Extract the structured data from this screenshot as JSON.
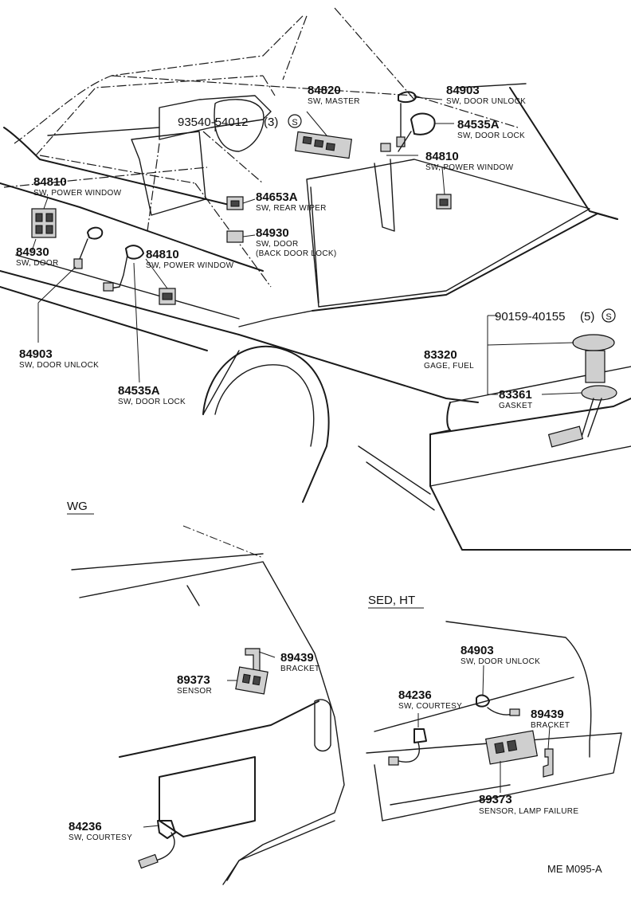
{
  "parts": [
    {
      "id": "p84820",
      "number": "84820",
      "desc": "SW, MASTER"
    },
    {
      "id": "p84903_top",
      "number": "84903",
      "desc": "SW, DOOR UNLOCK"
    },
    {
      "id": "p84535A_top",
      "number": "84535A",
      "desc": "SW, DOOR LOCK"
    },
    {
      "id": "p84810_right",
      "number": "84810",
      "desc": "SW, POWER WINDOW"
    },
    {
      "id": "p84810_left",
      "number": "84810",
      "desc": "SW, POWER WINDOW"
    },
    {
      "id": "p84653A",
      "number": "84653A",
      "desc": "SW, REAR WIPER"
    },
    {
      "id": "p84930_center",
      "number": "84930",
      "desc": "SW, DOOR",
      "desc2": "(BACK DOOR LOCK)"
    },
    {
      "id": "p84810_center",
      "number": "84810",
      "desc": "SW, POWER WINDOW"
    },
    {
      "id": "p84930_left",
      "number": "84930",
      "desc": "SW, DOOR"
    },
    {
      "id": "p84903_left",
      "number": "84903",
      "desc": "SW, DOOR UNLOCK"
    },
    {
      "id": "p84535A_left",
      "number": "84535A",
      "desc": "SW, DOOR LOCK"
    },
    {
      "id": "p83320",
      "number": "83320",
      "desc": "GAGE, FUEL"
    },
    {
      "id": "p83361",
      "number": "83361",
      "desc": "GASKET"
    },
    {
      "id": "p89439_wg",
      "number": "89439",
      "desc": "BRACKET"
    },
    {
      "id": "p89373_wg",
      "number": "89373",
      "desc": "SENSOR"
    },
    {
      "id": "p84236_wg",
      "number": "84236",
      "desc": "SW, COURTESY"
    },
    {
      "id": "p84903_sed",
      "number": "84903",
      "desc": "SW, DOOR UNLOCK"
    },
    {
      "id": "p84236_sed",
      "number": "84236",
      "desc": "SW, COURTESY"
    },
    {
      "id": "p89439_sed",
      "number": "89439",
      "desc": "BRACKET"
    },
    {
      "id": "p89373_sed",
      "number": "89373",
      "desc": "SENSOR, LAMP FAILURE"
    }
  ],
  "screws": [
    {
      "id": "s93540",
      "number": "93540-54012",
      "qty": "(3)",
      "symbol": "S"
    },
    {
      "id": "s90159",
      "number": "90159-40155",
      "qty": "(5)",
      "symbol": "S"
    }
  ],
  "sections": {
    "wg": "WG",
    "sed_ht": "SED, HT"
  },
  "code": "ME M095-A"
}
